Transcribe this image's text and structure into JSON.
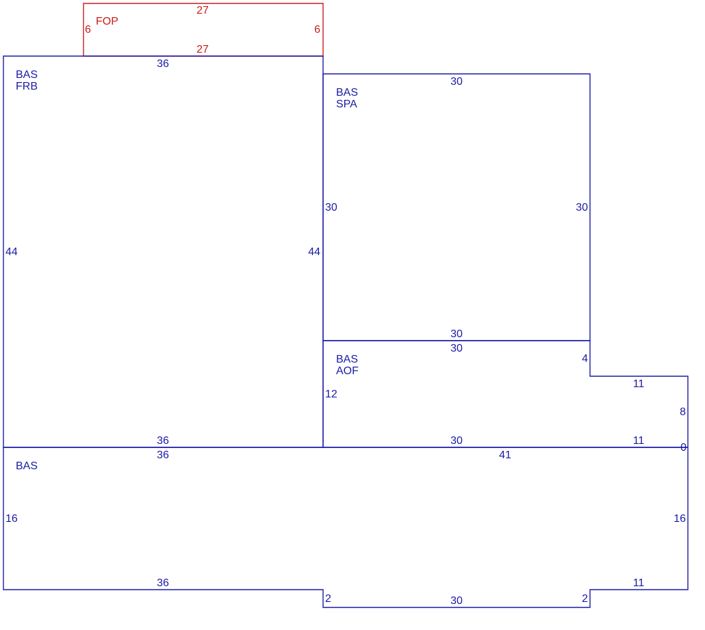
{
  "colors": {
    "main": "#1a1aa6",
    "porch": "#cc1a1a",
    "background": "#ffffff"
  },
  "areas": [
    {
      "id": "fop",
      "color": "porch",
      "label_lines": [
        "FOP"
      ],
      "dimensions": {
        "top": "27",
        "bottom": "27",
        "left": "6",
        "right": "6"
      }
    },
    {
      "id": "frb",
      "color": "main",
      "label_lines": [
        "BAS",
        "FRB"
      ],
      "dimensions": {
        "top": "36",
        "bottom": "36",
        "left": "44",
        "right": "44"
      }
    },
    {
      "id": "spa",
      "color": "main",
      "label_lines": [
        "BAS",
        "SPA"
      ],
      "dimensions": {
        "top": "30",
        "bottom": "30",
        "left": "30",
        "right": "30"
      }
    },
    {
      "id": "aof",
      "color": "main",
      "label_lines": [
        "BAS",
        "AOF"
      ],
      "dimensions": {
        "top": "30",
        "left": "12",
        "right_upper": "4",
        "step_top": "11",
        "right": "8",
        "step_bottom": "11",
        "bottom": "30",
        "corner": "0"
      }
    },
    {
      "id": "bas",
      "color": "main",
      "label_lines": [
        "BAS"
      ],
      "dimensions": {
        "top_left": "36",
        "top_right": "41",
        "left": "16",
        "right": "16",
        "bottom_left": "36",
        "notch_left": "2",
        "notch_bottom": "30",
        "notch_right": "2",
        "bottom_right": "11"
      }
    }
  ]
}
